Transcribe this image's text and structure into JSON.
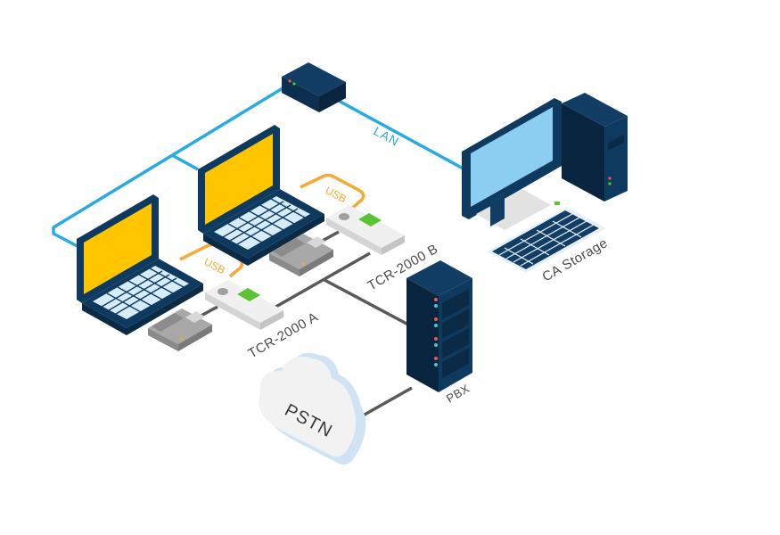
{
  "diagram": {
    "type": "network-topology",
    "title": "",
    "colors": {
      "lan_cable": "#29abe2",
      "usb_cable": "#f7a935",
      "phone_cable": "#5a5a5a",
      "device_navy": "#0f3a5f",
      "device_navy_dark": "#0a2a46",
      "laptop_screen": "#ffc600",
      "monitor_screen": "#8ccdf2",
      "keyboard_keys": "#d6ecfb",
      "recorder_body": "#eeeeee",
      "recorder_display": "#5cc236",
      "phone_body": "#9a9a9a",
      "cloud_fill": "#f2f2f2",
      "cloud_edge": "#cfe3f5",
      "led_red": "#f05a4a",
      "led_green": "#5cc236",
      "led_cyan": "#33d1d1"
    },
    "nodes": [
      {
        "id": "switch",
        "label": "",
        "kind": "network-switch"
      },
      {
        "id": "laptop-1",
        "label": "",
        "kind": "laptop"
      },
      {
        "id": "laptop-2",
        "label": "",
        "kind": "laptop"
      },
      {
        "id": "tcr-a",
        "label": "TCR-2000 A",
        "kind": "call-recorder"
      },
      {
        "id": "tcr-b",
        "label": "TCR-2000 B",
        "kind": "call-recorder"
      },
      {
        "id": "phone-a",
        "label": "",
        "kind": "desk-phone"
      },
      {
        "id": "phone-b",
        "label": "",
        "kind": "desk-phone"
      },
      {
        "id": "ca-storage",
        "label": "CA Storage",
        "kind": "desktop-pc"
      },
      {
        "id": "pbx",
        "label": "PBX",
        "kind": "server-rack"
      },
      {
        "id": "pstn",
        "label": "PSTN",
        "kind": "cloud"
      }
    ],
    "links": [
      {
        "from": "switch",
        "to": "laptop-1",
        "kind": "lan"
      },
      {
        "from": "switch",
        "to": "laptop-2",
        "kind": "lan"
      },
      {
        "from": "switch",
        "to": "ca-storage",
        "kind": "lan",
        "label": "LAN"
      },
      {
        "from": "laptop-1",
        "to": "tcr-a",
        "kind": "usb",
        "label": "USB"
      },
      {
        "from": "laptop-2",
        "to": "tcr-b",
        "kind": "usb",
        "label": "USB"
      },
      {
        "from": "phone-a",
        "to": "tcr-a",
        "kind": "phone"
      },
      {
        "from": "phone-b",
        "to": "tcr-b",
        "kind": "phone"
      },
      {
        "from": "tcr-a",
        "to": "pbx",
        "kind": "phone"
      },
      {
        "from": "tcr-b",
        "to": "pbx",
        "kind": "phone"
      },
      {
        "from": "pbx",
        "to": "pstn",
        "kind": "phone"
      }
    ],
    "labels": {
      "lan": "LAN",
      "usb_1": "USB",
      "usb_2": "USB",
      "tcr_a": "TCR-2000 A",
      "tcr_b": "TCR-2000 B",
      "ca_storage": "CA Storage",
      "pbx": "PBX",
      "pstn": "PSTN"
    }
  }
}
